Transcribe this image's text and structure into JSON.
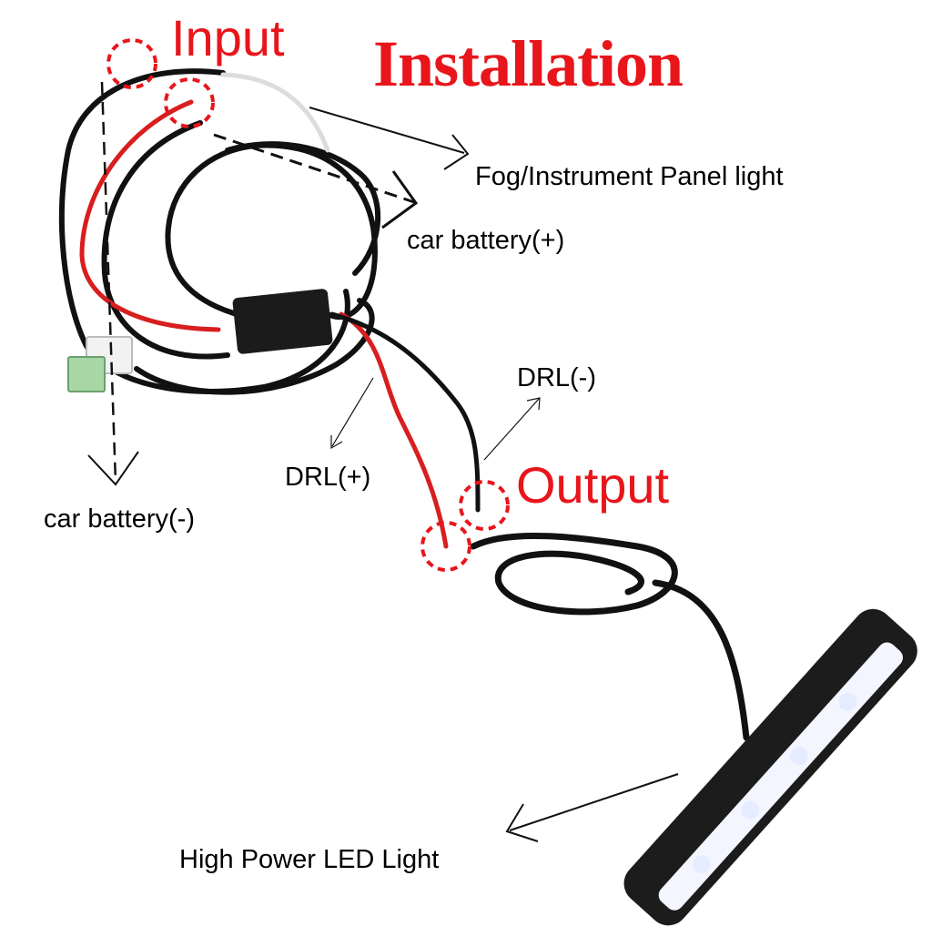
{
  "title": "Installation",
  "labels": {
    "input": "Input",
    "output": "Output",
    "fog_panel": "Fog/Instrument Panel light",
    "battery_pos": "car battery(+)",
    "battery_neg": "car battery(-)",
    "drl_pos": "DRL(+)",
    "drl_neg": "DRL(-)",
    "led_light": "High Power LED Light"
  },
  "colors": {
    "title_red": "#e8151b",
    "wire_black": "#111111",
    "wire_red": "#d81e1e",
    "wire_white": "#e8e8e8",
    "marker_red": "#e8151b"
  }
}
